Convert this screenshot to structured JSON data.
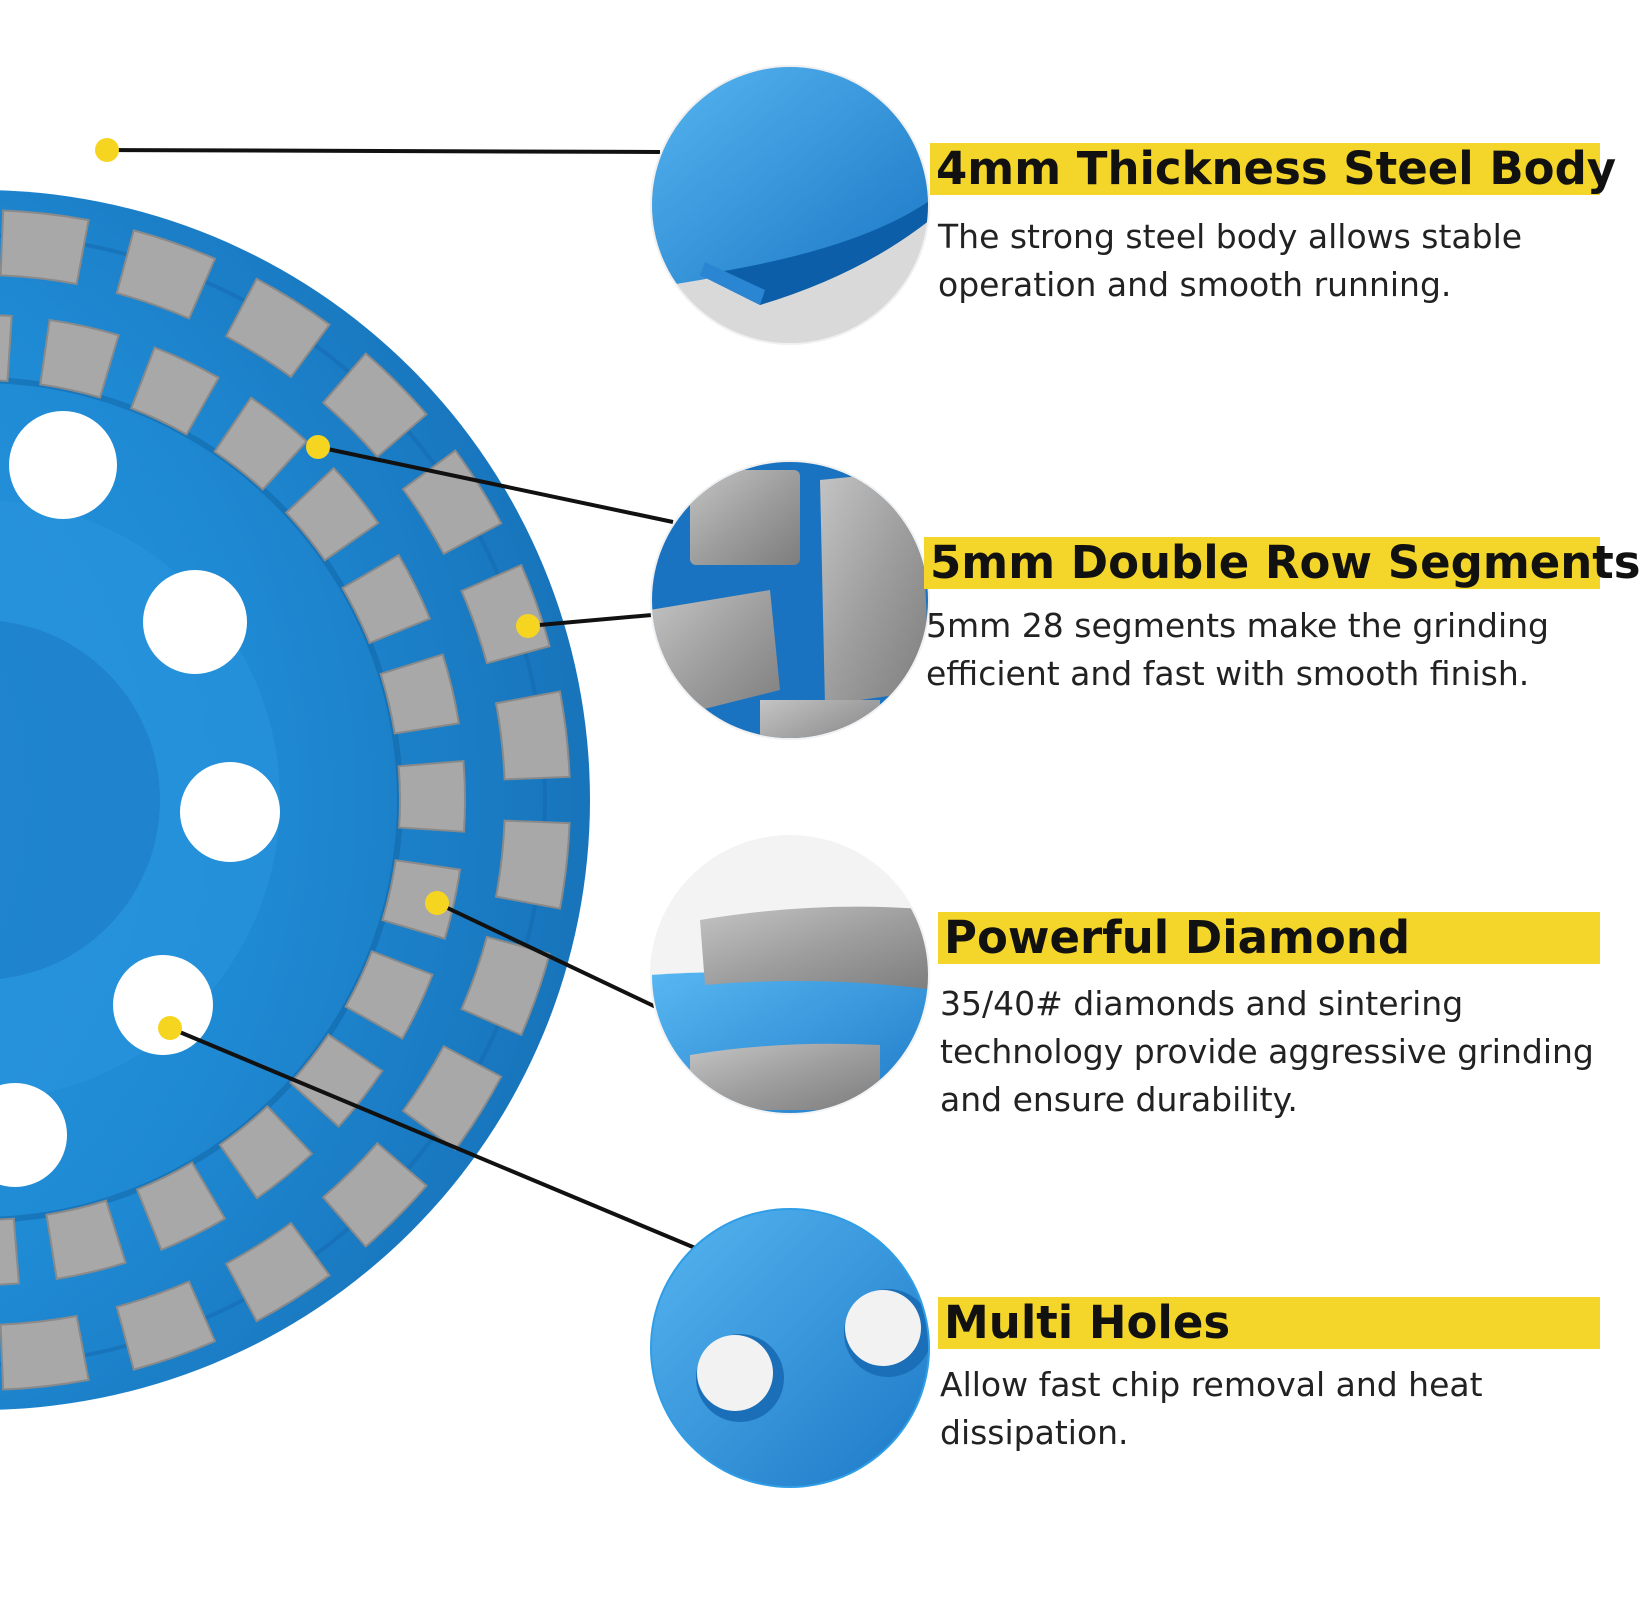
{
  "colors": {
    "accent_yellow": "#f4d52a",
    "wheel_blue": "#1d8ad6",
    "segment_gray": "#a3a3a3",
    "leader_line": "#111111"
  },
  "features": [
    {
      "title": "4mm Thickness Steel Body",
      "description": "The strong steel body allows stable operation and smooth running."
    },
    {
      "title": "5mm Double Row Segments",
      "description": "5mm 28 segments make the grinding efficient and fast with smooth finish."
    },
    {
      "title": "Powerful Diamond",
      "description": "35/40# diamonds and sintering technology provide aggressive grinding and ensure durability."
    },
    {
      "title": "Multi Holes",
      "description": "Allow fast chip removal and heat dissipation."
    }
  ]
}
